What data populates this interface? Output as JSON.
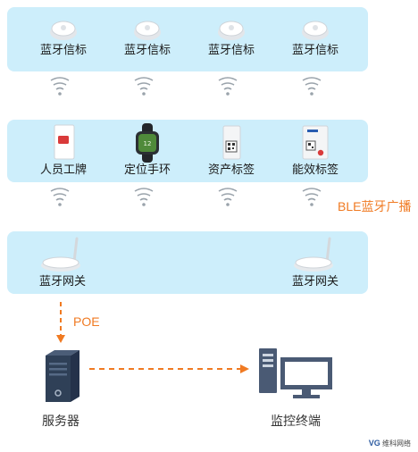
{
  "beacons": [
    {
      "label": "蓝牙信标"
    },
    {
      "label": "蓝牙信标"
    },
    {
      "label": "蓝牙信标"
    },
    {
      "label": "蓝牙信标"
    }
  ],
  "tags": [
    {
      "label": "人员工牌",
      "icon": "badge-icon"
    },
    {
      "label": "定位手环",
      "icon": "wristband-icon"
    },
    {
      "label": "资产标签",
      "icon": "asset-tag-icon"
    },
    {
      "label": "能效标签",
      "icon": "energy-tag-icon"
    }
  ],
  "ble_label": "BLE蓝牙广播",
  "gateways": [
    {
      "label": "蓝牙网关"
    },
    {
      "label": "蓝牙网关"
    }
  ],
  "poe_label": "POE",
  "server": {
    "label": "服务器"
  },
  "terminal": {
    "label": "监控终端"
  },
  "watermark": {
    "logo": "VG",
    "text": "维科网络"
  },
  "colors": {
    "panel": "#cdeefb",
    "accent_orange": "#f07a22",
    "server_dark": "#2f4057",
    "terminal_slate": "#4a5a74",
    "signal_gray": "#9aa3ab"
  }
}
